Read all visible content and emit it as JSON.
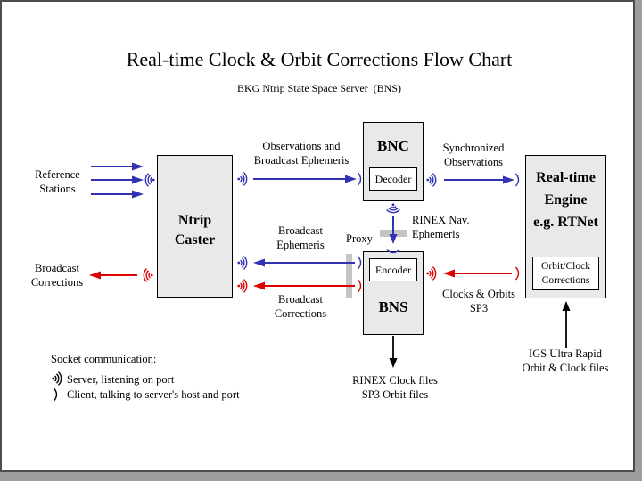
{
  "slide": {
    "title": "Real-time Clock & Orbit Corrections Flow Chart",
    "subtitle": "BKG Ntrip State Space Server  (BNS)"
  },
  "boxes": {
    "ntrip_caster": {
      "lines": [
        "Ntrip",
        "Caster"
      ]
    },
    "bnc": {
      "title": "BNC",
      "module": "Decoder"
    },
    "bns": {
      "title": "BNS",
      "module": "Encoder"
    },
    "rt_engine": {
      "lines": [
        "Real-time",
        "Engine",
        "e.g. RTNet"
      ],
      "module_lines": [
        "Orbit/Clock",
        "Corrections"
      ]
    }
  },
  "labels": {
    "reference_stations": [
      "Reference",
      "Stations"
    ],
    "broadcast_corrections_out": [
      "Broadcast",
      "Corrections"
    ],
    "observations": [
      "Observations and",
      "Broadcast Ephemeris"
    ],
    "synchronized": [
      "Synchronized",
      "Observations"
    ],
    "rinex_nav": [
      "RINEX Nav.",
      "Ephemeris"
    ],
    "broadcast_ephemeris": [
      "Broadcast",
      "Ephemeris"
    ],
    "proxy": "Proxy",
    "broadcast_corrections_mid": [
      "Broadcast",
      "Corrections"
    ],
    "clocks_orbits": [
      "Clocks & Orbits",
      "SP3"
    ],
    "igs_files": [
      "IGS Ultra Rapid",
      "Orbit & Clock files"
    ],
    "rinex_files": [
      "RINEX Clock files",
      "SP3 Orbit files"
    ]
  },
  "legend": {
    "title": "Socket communication:",
    "server": "Server, listening on port",
    "client": "Client, talking to server's host and port",
    "server_icon": "server-socket-icon",
    "client_icon": "client-socket-icon"
  },
  "colors": {
    "blue": "#3232b4",
    "red": "#dd0000",
    "black": "#000000",
    "box-fill": "#e9e9e9",
    "box-border": "#000000",
    "proxy-bar": "#c4c4c4",
    "frame": "#4d4d4d",
    "shadow": "#9d9d9d"
  }
}
